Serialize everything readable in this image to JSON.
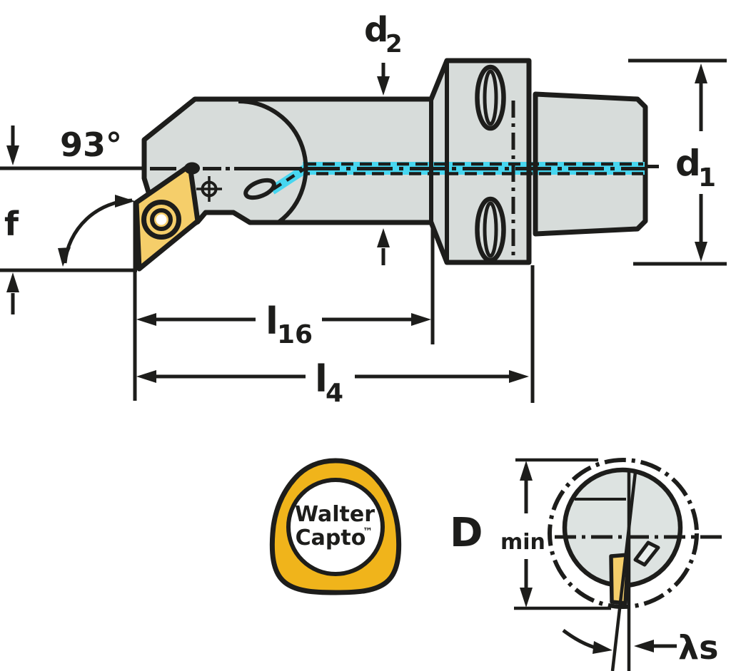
{
  "drawing": {
    "labels": {
      "approach_angle": "93°",
      "f": "f",
      "d2": {
        "main": "d",
        "sub": "2"
      },
      "d1": {
        "main": "d",
        "sub": "1"
      },
      "l16": {
        "main": "l",
        "sub": "16"
      },
      "l4": {
        "main": "l",
        "sub": "4"
      },
      "dmin": {
        "main": "D",
        "sub": "min"
      },
      "lambda_s": "λs"
    },
    "logo": {
      "line1": "Walter",
      "line2": "Capto",
      "trademark": "™"
    },
    "colors": {
      "line": "#1d1d1b",
      "body_fill": "#d7dcda",
      "section_fill": "#dde3e1",
      "insert_yellow": "#f5ce6a",
      "logo_yellow": "#f0b41b",
      "coolant_cyan": "#47d6f0",
      "label_box": "#ffffff",
      "background": "#ffffff"
    }
  }
}
